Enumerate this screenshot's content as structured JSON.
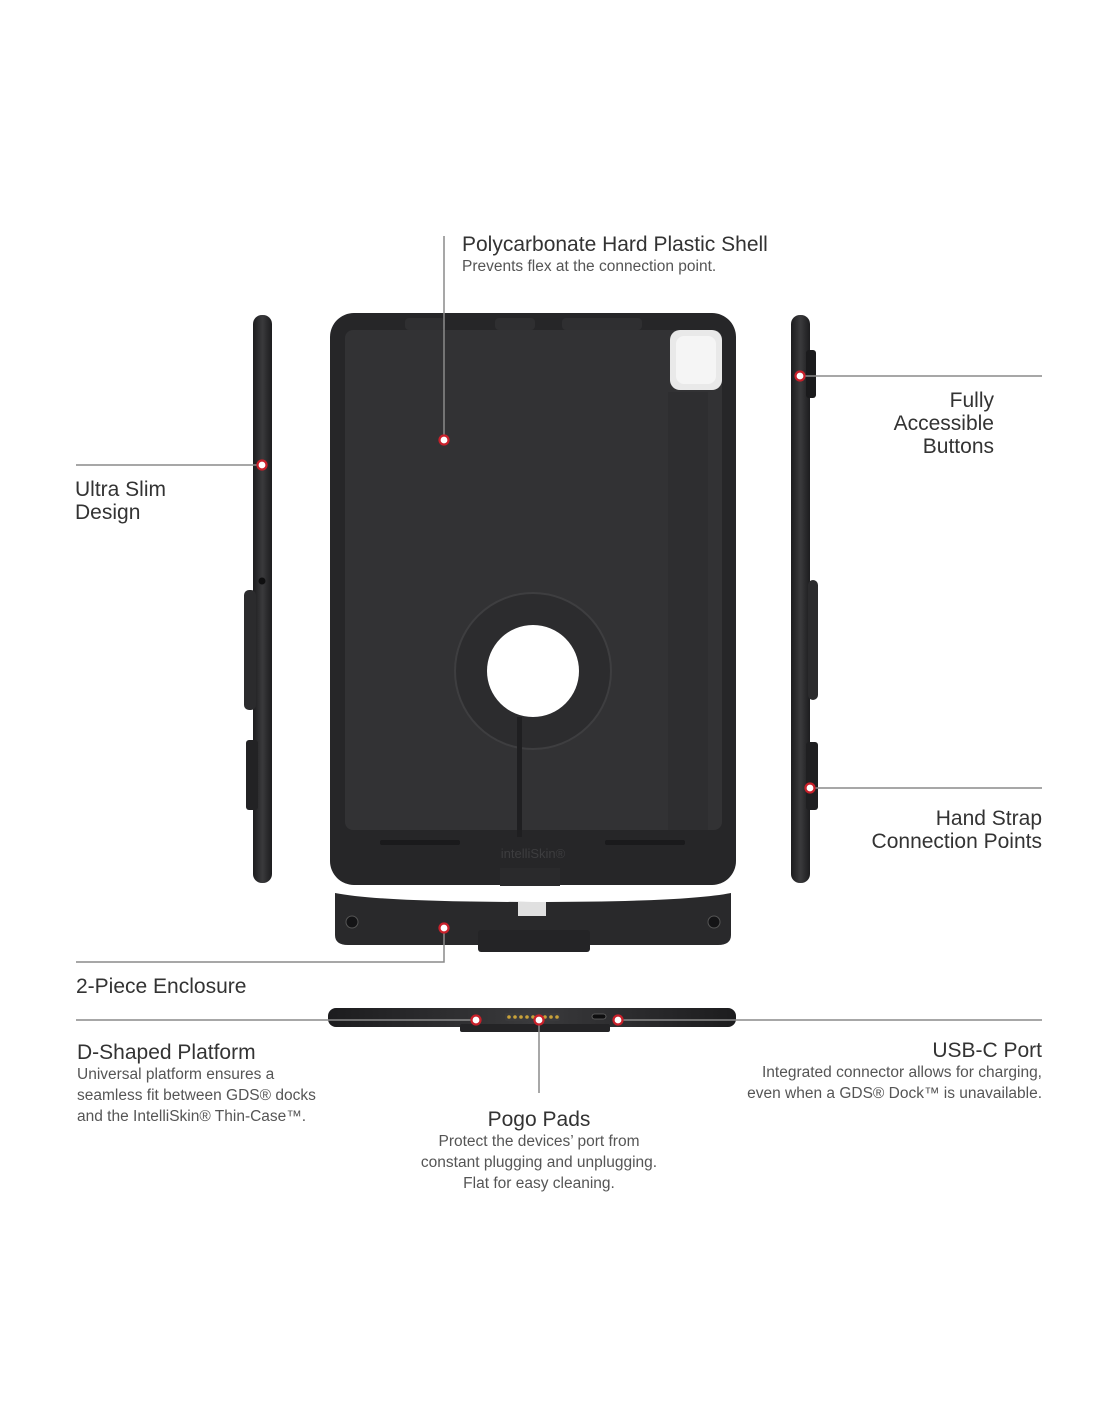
{
  "case_logo": "intelliSkin®",
  "callouts": {
    "shell": {
      "title": "Polycarbonate Hard Plastic Shell",
      "desc": "Prevents flex at the connection point."
    },
    "buttons": {
      "title": "Fully\nAccessible\nButtons"
    },
    "slim": {
      "title": "Ultra Slim\nDesign"
    },
    "strap": {
      "title": "Hand Strap \nConnection Points"
    },
    "enclosure": {
      "title": "2-Piece Enclosure"
    },
    "platform": {
      "title": "D-Shaped Platform",
      "desc": "Universal platform ensures a\nseamless fit between GDS® docks\nand the IntelliSkin® Thin-Case™."
    },
    "usbc": {
      "title": "USB-C Port",
      "desc": "Integrated connector allows for charging,\neven when a GDS® Dock™ is unavailable."
    },
    "pogo": {
      "title": "Pogo Pads",
      "desc": "Protect the devices’ port from\nconstant plugging and unplugging.\nFlat for easy cleaning."
    }
  },
  "colors": {
    "case": "#2a2a2c",
    "case_inner": "#333335",
    "marker": "#c8202a",
    "leader": "#8a8a8a"
  }
}
